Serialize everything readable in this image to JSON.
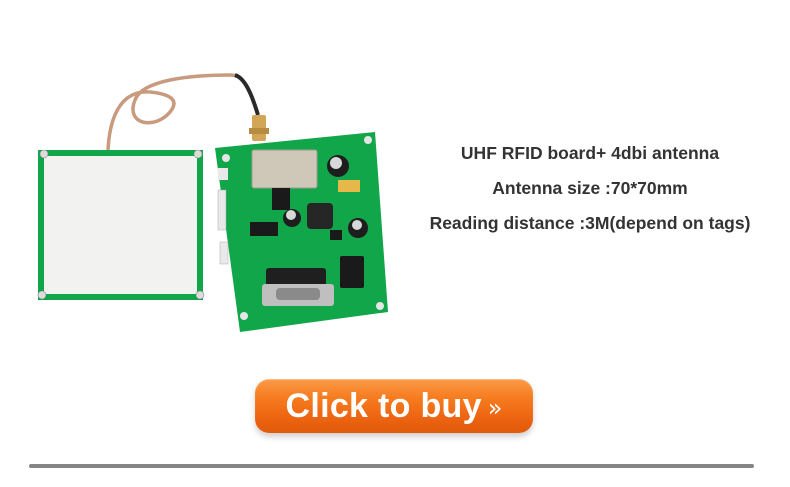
{
  "product": {
    "image_alt": "UHF RFID reader board with 70x70mm antenna and SMA cable",
    "colors": {
      "pcb_green": "#12a64a",
      "antenna_face": "#f1f1ef",
      "cable": "#c89a7e",
      "connector_gold": "#d2a656"
    }
  },
  "specs": [
    {
      "text": "UHF RFID board+ 4dbi antenna"
    },
    {
      "text": "Antenna size :70*70mm"
    },
    {
      "text": "Reading distance :3M(depend on tags)"
    }
  ],
  "cta": {
    "label": "Click to buy",
    "arrow": "»",
    "color": "#f36f17"
  },
  "divider": {
    "color": "#858585"
  }
}
